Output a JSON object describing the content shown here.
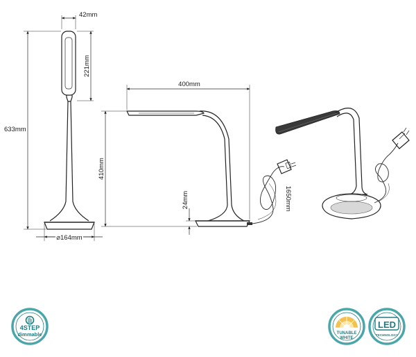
{
  "dimensions": {
    "head_width": "42mm",
    "head_length": "221mm",
    "total_height": "633mm",
    "base_diameter": "⌀164mm",
    "reach": "400mm",
    "height_side": "410mm",
    "base_height": "24mm",
    "cable_length": "1650mm"
  },
  "badges": {
    "dimming": {
      "line1": "4STEP",
      "line2": "dimmable",
      "icon": "touch-dimmer-icon"
    },
    "tunable": {
      "line1": "TUNABLE",
      "line2": "WHITE",
      "icon": "tunable-white-icon"
    },
    "led": {
      "line1": "LED",
      "line2": "TECHNOLOGY",
      "icon": "led-icon"
    }
  },
  "colors": {
    "badge_teal": "#1f7c80",
    "badge_ring": "#4aa6a9",
    "tunable_warm": "#f2c14e",
    "line": "#222222"
  }
}
